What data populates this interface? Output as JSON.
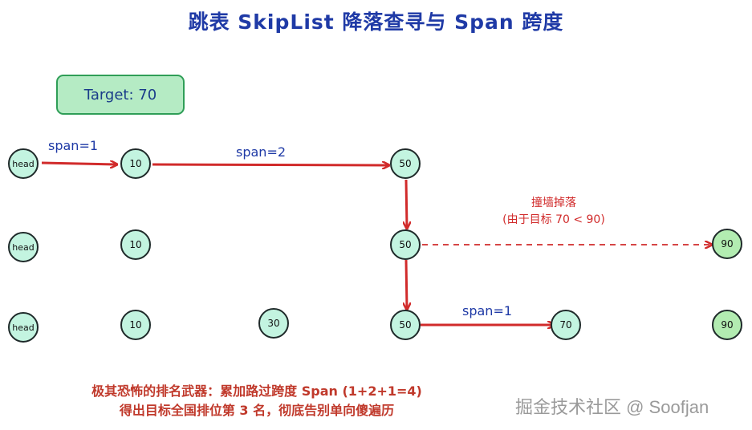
{
  "title": "跳表 SkipList 降落查寻与 Span 跨度",
  "target_label": "Target: 70",
  "levels": {
    "top": [
      "head",
      "10",
      "50"
    ],
    "middle": [
      "head",
      "10",
      "50",
      "90"
    ],
    "bottom": [
      "head",
      "10",
      "30",
      "50",
      "70",
      "90"
    ]
  },
  "span_labels": {
    "head_to_10": "span=1",
    "ten_to_50": "span=2",
    "fifty_to_70": "span=1"
  },
  "drop_note": {
    "line1": "撞墙掉落",
    "line2": "(由于目标 70 < 90)"
  },
  "footer": {
    "line1": "极其恐怖的排名武器：累加路过跨度 Span (1+2+1=4)",
    "line2": "得出目标全国排位第 3 名，彻底告别单向傻遍历"
  },
  "watermark": "掘金技术社区 @ Soofjan",
  "colors": {
    "node_fill": "#c3f4e0",
    "node_fill_end": "#b2ecb1",
    "arrow": "#d12b2b",
    "title": "#1f3aa6"
  }
}
